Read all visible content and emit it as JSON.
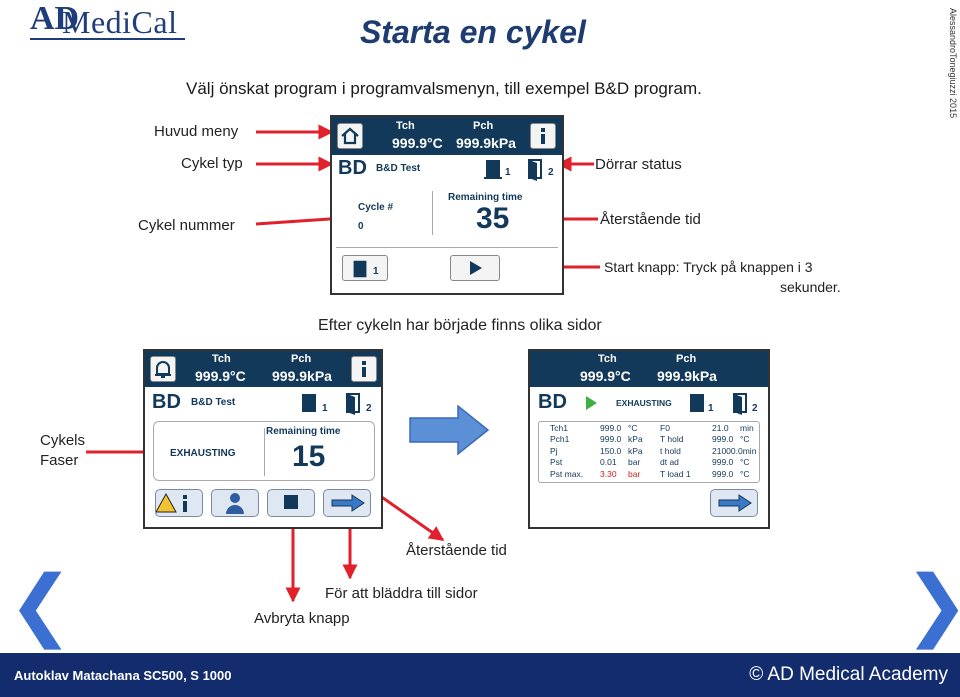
{
  "header": {
    "logo_text": "MediCal",
    "logo_initials": "AD",
    "title": "Starta en cykel",
    "credit": "AlessandroTonegiuzzi 2015",
    "subtitle": "Välj önskat program i programvalsmenyn, till exempel B&D program."
  },
  "labels": {
    "huvud_meny": "Huvud meny",
    "cykel_typ": "Cykel typ",
    "cykel_nummer": "Cykel nummer",
    "dorrar_status": "Dörrar status",
    "aterstaende_tid": "Återstående tid",
    "start_knapp": "Start knapp: Tryck på knappen i 3",
    "start_knapp_2": "sekunder.",
    "efter_cykeln": "Efter cykeln har började finns olika sidor",
    "cykels": "Cykels",
    "faser": "Faser",
    "aterstaende_tid_2": "Återstående tid",
    "bladdra": "För att bläddra till sidor",
    "avbryta": "Avbryta knapp"
  },
  "panel_top": {
    "tch_label": "Tch",
    "tch_value": "999.9°C",
    "pch_label": "Pch",
    "pch_value": "999.9kPa",
    "cycle_type": "BD",
    "cycle_name": "B&D Test",
    "door1": "1",
    "door2": "2",
    "cycle_no_label": "Cycle #",
    "cycle_no_value": "0",
    "remaining_label": "Remaining time",
    "remaining_value": "35",
    "door_btn_num": "1"
  },
  "panel_left": {
    "tch_label": "Tch",
    "tch_value": "999.9°C",
    "pch_label": "Pch",
    "pch_value": "999.9kPa",
    "cycle_type": "BD",
    "cycle_name": "B&D Test",
    "door1": "1",
    "door2": "2",
    "phase": "EXHAUSTING",
    "remaining_label": "Remaining time",
    "remaining_value": "15"
  },
  "panel_right": {
    "tch_label": "Tch",
    "tch_value": "999.9°C",
    "pch_label": "Pch",
    "pch_value": "999.9kPa",
    "cycle_type": "BD",
    "phase": "EXHAUSTING",
    "door1": "1",
    "door2": "2",
    "rows": [
      [
        "Tch1",
        "999.0",
        "°C",
        "F0",
        "21.0",
        "min"
      ],
      [
        "Pch1",
        "999.0",
        "kPa",
        "T hold",
        "999.0",
        "°C"
      ],
      [
        "Pj",
        "150.0",
        "kPa",
        "t hold",
        "21000.0min",
        ""
      ],
      [
        "Pst",
        "0.01",
        "bar",
        "dt ad",
        "999.0",
        "°C"
      ],
      [
        "Pst max.",
        "3.30",
        "bar",
        "T load 1",
        "999.0",
        "°C"
      ]
    ]
  },
  "footer": {
    "left": "Autoklav Matachana SC500, S 1000",
    "right": "© AD Medical Academy"
  },
  "colors": {
    "accent": "#12385a",
    "arrow": "#e0202a",
    "footer": "#132c6e",
    "nav": "#3b6fd1"
  }
}
